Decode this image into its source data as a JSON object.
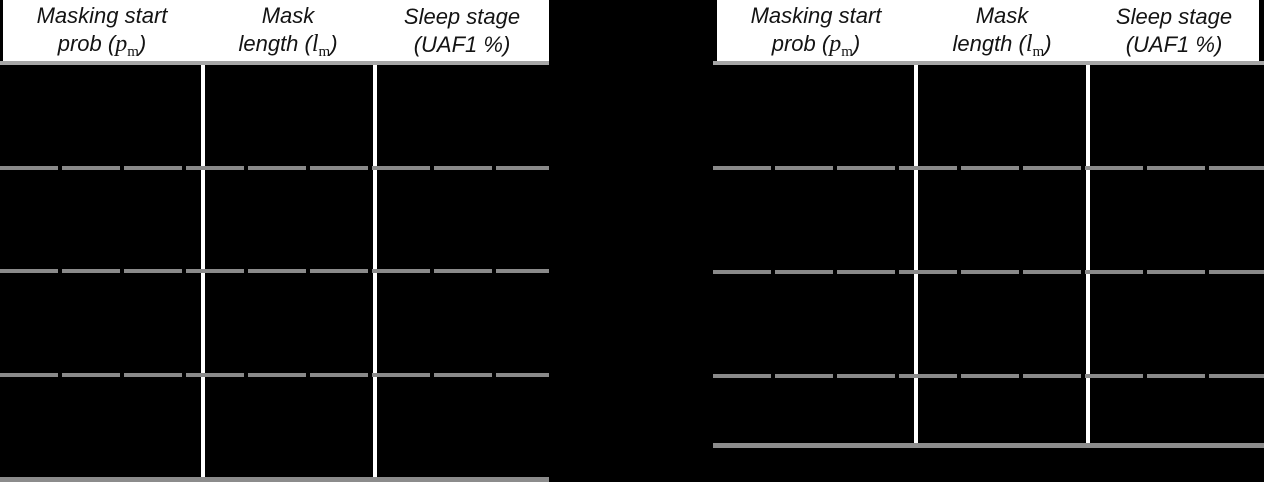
{
  "page": {
    "background": "#000000",
    "description": "Two hyperparameter tables with redacted (black) body cells"
  },
  "colors": {
    "header_bg": "#ffffff",
    "header_text": "#141414",
    "header_rule": "#a6a6a6",
    "body_bg": "#000000",
    "row_divider_dash": "#8a8a8a",
    "column_divider": "#ffffff",
    "bottom_rule": "#8c8c8c"
  },
  "tables": [
    {
      "id": "left",
      "columns": [
        {
          "line1": "Masking start",
          "line2_prefix": "prob (",
          "math_var": "p",
          "math_sub": "m",
          "line2_suffix": ")"
        },
        {
          "line1": "Mask",
          "line2_prefix": "length (",
          "math_var": "l",
          "math_sub": "m",
          "line2_suffix": ")"
        },
        {
          "line1": "Sleep stage",
          "line2_prefix": "(UAF1 %)",
          "math_var": "",
          "math_sub": "",
          "line2_suffix": ""
        }
      ],
      "rows": [
        [
          "",
          "",
          ""
        ],
        [
          "",
          "",
          ""
        ],
        [
          "",
          "",
          ""
        ],
        [
          "",
          "",
          ""
        ]
      ]
    },
    {
      "id": "right",
      "columns": [
        {
          "line1": "Masking start",
          "line2_prefix": "prob (",
          "math_var": "p",
          "math_sub": "m",
          "line2_suffix": ")"
        },
        {
          "line1": "Mask",
          "line2_prefix": "length (",
          "math_var": "l",
          "math_sub": "m",
          "line2_suffix": ")"
        },
        {
          "line1": "Sleep stage",
          "line2_prefix": "(UAF1 %)",
          "math_var": "",
          "math_sub": "",
          "line2_suffix": ""
        }
      ],
      "rows": [
        [
          "",
          "",
          ""
        ],
        [
          "",
          "",
          ""
        ],
        [
          "",
          "",
          ""
        ],
        [
          "",
          "",
          ""
        ]
      ]
    }
  ]
}
